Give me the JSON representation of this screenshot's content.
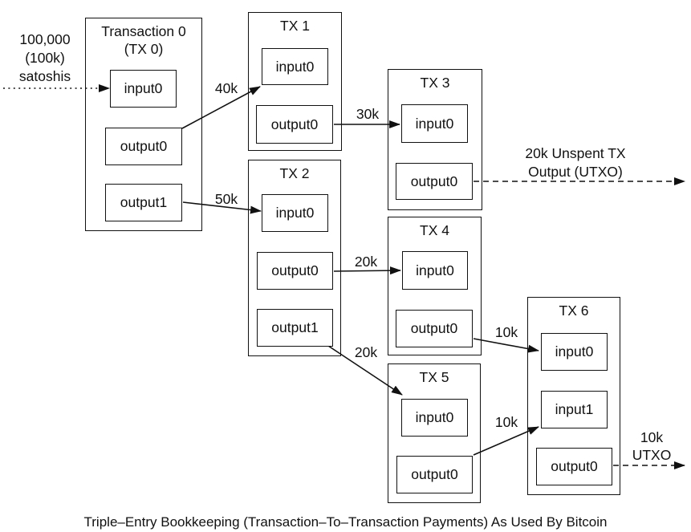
{
  "caption": "Triple–Entry Bookkeeping (Transaction–To–Transaction Payments) As Used By Bitcoin",
  "source": {
    "line1": "100,000",
    "line2": "(100k)",
    "line3": "satoshis"
  },
  "tx0": {
    "title1": "Transaction 0",
    "title2": "(TX 0)",
    "input0": "input0",
    "output0": "output0",
    "output1": "output1"
  },
  "tx1": {
    "title": "TX 1",
    "input0": "input0",
    "output0": "output0"
  },
  "tx2": {
    "title": "TX 2",
    "input0": "input0",
    "output0": "output0",
    "output1": "output1"
  },
  "tx3": {
    "title": "TX 3",
    "input0": "input0",
    "output0": "output0"
  },
  "tx4": {
    "title": "TX 4",
    "input0": "input0",
    "output0": "output0"
  },
  "tx5": {
    "title": "TX 5",
    "input0": "input0",
    "output0": "output0"
  },
  "tx6": {
    "title": "TX 6",
    "input0": "input0",
    "input1": "input1",
    "output0": "output0"
  },
  "flows": {
    "tx0_to_tx1": "40k",
    "tx0_to_tx2": "50k",
    "tx1_to_tx3": "30k",
    "tx2_to_tx4": "20k",
    "tx2_to_tx5": "20k",
    "tx4_to_tx6": "10k",
    "tx5_to_tx6": "10k"
  },
  "utxo_top": {
    "line1": "20k Unspent TX",
    "line2": "Output (UTXO)"
  },
  "utxo_bottom": {
    "line1": "10k",
    "line2": "UTXO"
  },
  "colors": {
    "ink": "#111111",
    "background": "#ffffff"
  }
}
